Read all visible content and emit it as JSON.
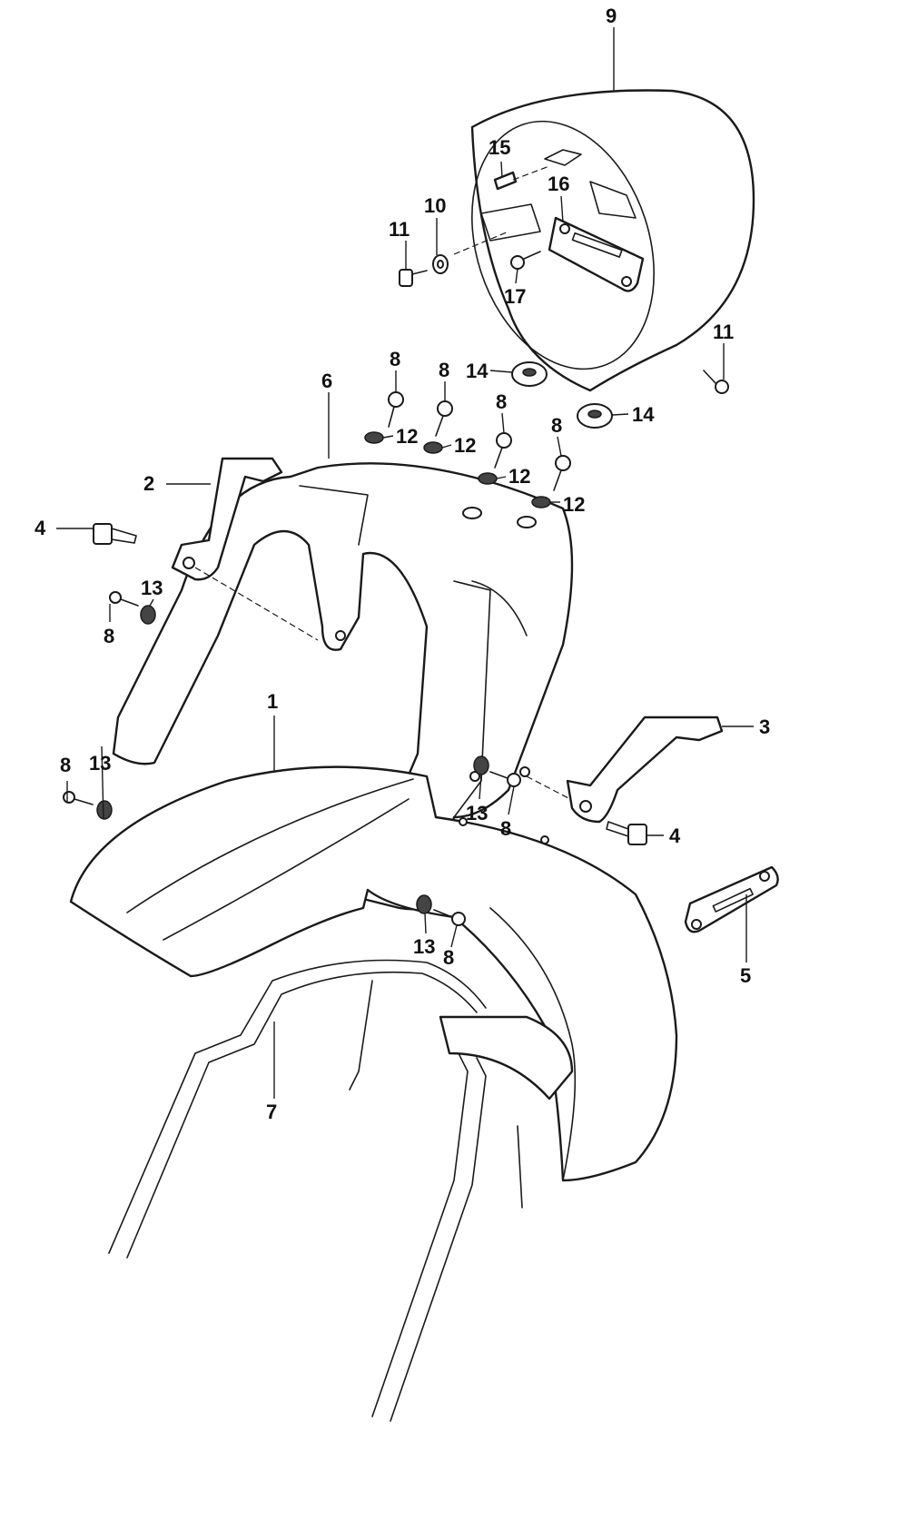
{
  "callouts": {
    "c1": "1",
    "c2": "2",
    "c3": "3",
    "c4a": "4",
    "c4b": "4",
    "c5": "5",
    "c6": "6",
    "c7": "7",
    "c8a": "8",
    "c8b": "8",
    "c8c": "8",
    "c8d": "8",
    "c8e": "8",
    "c8f": "8",
    "c8g": "8",
    "c8h": "8",
    "c9": "9",
    "c10": "10",
    "c11a": "11",
    "c11b": "11",
    "c12a": "12",
    "c12b": "12",
    "c12c": "12",
    "c12d": "12",
    "c13a": "13",
    "c13b": "13",
    "c13c": "13",
    "c13d": "13",
    "c14a": "14",
    "c14b": "14",
    "c15": "15",
    "c16": "16",
    "c17": "17"
  },
  "colors": {
    "line": "#1a1a1a",
    "background": "#ffffff"
  }
}
